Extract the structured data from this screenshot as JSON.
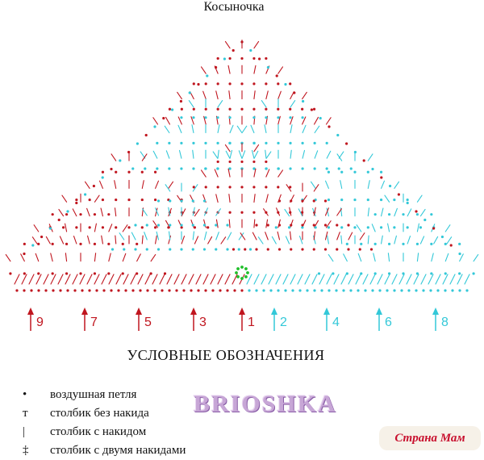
{
  "title": "Косыночка",
  "colors": {
    "red": "#c0161f",
    "cyan": "#33c8d8",
    "green": "#1fbf2a",
    "ink": "#111111"
  },
  "row_arrows": [
    {
      "label": "9",
      "color": "red"
    },
    {
      "label": "7",
      "color": "red"
    },
    {
      "label": "5",
      "color": "red"
    },
    {
      "label": "3",
      "color": "red"
    },
    {
      "label": "1",
      "color": "red"
    },
    {
      "label": "2",
      "color": "cyan"
    },
    {
      "label": "4",
      "color": "cyan"
    },
    {
      "label": "6",
      "color": "cyan"
    },
    {
      "label": "8",
      "color": "cyan"
    }
  ],
  "legend_title": "УСЛОВНЫЕ ОБОЗНАЧЕНИЯ",
  "legend": [
    {
      "symbol": "•",
      "icon": "chain-stitch-icon",
      "label": "воздушная петля"
    },
    {
      "symbol": "т",
      "icon": "single-crochet-icon",
      "label": "столбик без накида"
    },
    {
      "symbol": "|",
      "icon": "double-crochet-icon",
      "label": "столбик с накидом"
    },
    {
      "symbol": "‡",
      "icon": "treble-crochet-icon",
      "label": "столбик с двумя накидами"
    }
  ],
  "watermarks": {
    "brioshka": "BRIOSHKA",
    "site": "Страна Мам"
  }
}
